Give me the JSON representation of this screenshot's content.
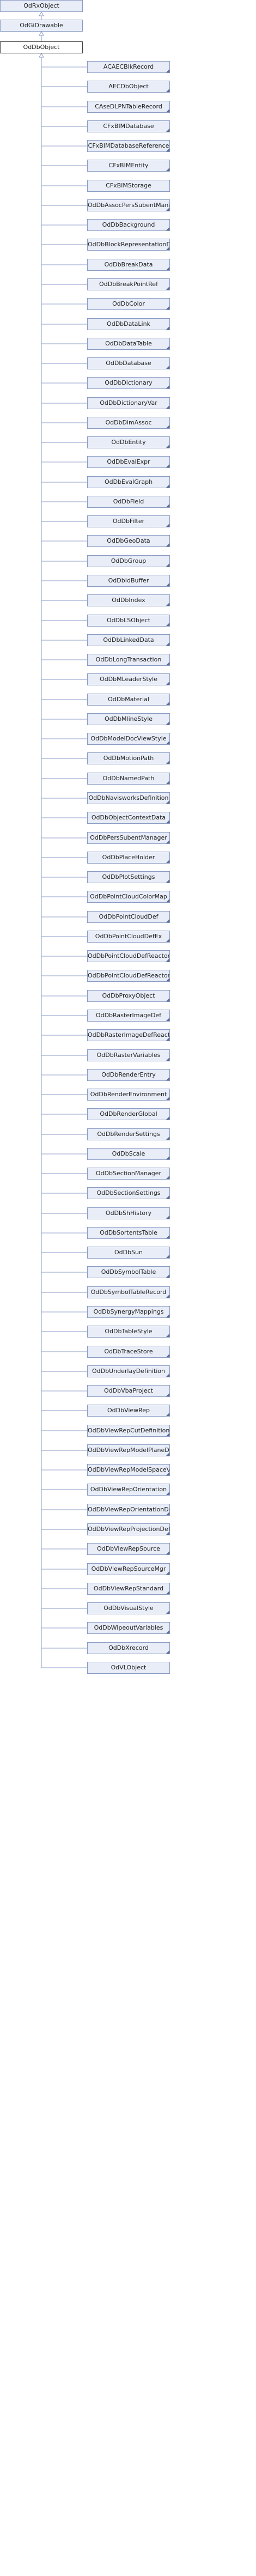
{
  "ancestors": [
    "OdRxObject",
    "OdGiDrawable"
  ],
  "current": "OdDbObject",
  "children": [
    "ACAECBlkRecord",
    "AECDbObject",
    "CAseDLPNTableRecord",
    "CFxBIMDatabase",
    "CFxBIMDatabaseReference",
    "CFxBIMEntity",
    "CFxBIMStorage",
    "OdDbAssocPersSubentManager",
    "OdDbBackground",
    "OdDbBlockRepresentationData",
    "OdDbBreakData",
    "OdDbBreakPointRef",
    "OdDbColor",
    "OdDbDataLink",
    "OdDbDataTable",
    "OdDbDatabase",
    "OdDbDictionary",
    "OdDbDictionaryVar",
    "OdDbDimAssoc",
    "OdDbEntity",
    "OdDbEvalExpr",
    "OdDbEvalGraph",
    "OdDbField",
    "OdDbFilter",
    "OdDbGeoData",
    "OdDbGroup",
    "OdDbIdBuffer",
    "OdDbIndex",
    "OdDbLSObject",
    "OdDbLinkedData",
    "OdDbLongTransaction",
    "OdDbMLeaderStyle",
    "OdDbMaterial",
    "OdDbMlineStyle",
    "OdDbModelDocViewStyle",
    "OdDbMotionPath",
    "OdDbNamedPath",
    "OdDbNavisworksDefinition",
    "OdDbObjectContextData",
    "OdDbPersSubentManager",
    "OdDbPlaceHolder",
    "OdDbPlotSettings",
    "OdDbPointCloudColorMap",
    "OdDbPointCloudDef",
    "OdDbPointCloudDefEx",
    "OdDbPointCloudDefReactor",
    "OdDbPointCloudDefReactorEx",
    "OdDbProxyObject",
    "OdDbRasterImageDef",
    "OdDbRasterImageDefReactor",
    "OdDbRasterVariables",
    "OdDbRenderEntry",
    "OdDbRenderEnvironment",
    "OdDbRenderGlobal",
    "OdDbRenderSettings",
    "OdDbScale",
    "OdDbSectionManager",
    "OdDbSectionSettings",
    "OdDbShHistory",
    "OdDbSortentsTable",
    "OdDbSun",
    "OdDbSymbolTable",
    "OdDbSymbolTableRecord",
    "OdDbSynergyMappings",
    "OdDbTableStyle",
    "OdDbTraceStore",
    "OdDbUnderlayDefinition",
    "OdDbVbaProject",
    "OdDbViewRep",
    "OdDbViewRepCutDefinition",
    "OdDbViewRepModelPlaneDef",
    "OdDbViewRepModelSpaceViewSelSet",
    "OdDbViewRepOrientation",
    "OdDbViewRepOrientationDef",
    "OdDbViewRepProjectionDef",
    "OdDbViewRepSource",
    "OdDbViewRepSourceMgr",
    "OdDbViewRepStandard",
    "OdDbVisualStyle",
    "OdDbWipeoutVariables",
    "OdDbXrecord",
    "OdVLObject"
  ],
  "colors": {
    "node_fill": "#e8edf7",
    "node_border": "#8a9bc4",
    "edge": "#8a9bc4"
  }
}
